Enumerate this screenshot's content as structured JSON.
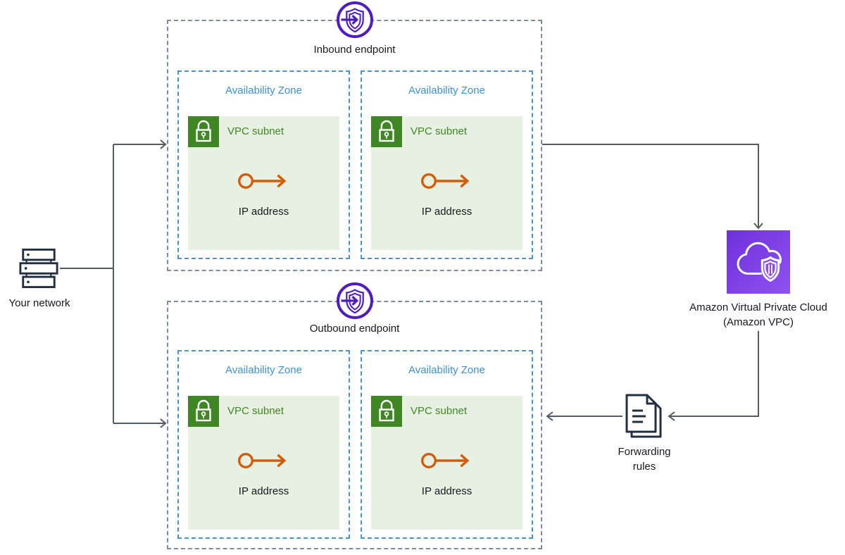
{
  "your_network": {
    "label": "Your network"
  },
  "inbound": {
    "label": "Inbound endpoint",
    "zones": [
      {
        "label": "Availability Zone",
        "subnet_label": "VPC subnet",
        "ip_label": "IP address"
      },
      {
        "label": "Availability Zone",
        "subnet_label": "VPC subnet",
        "ip_label": "IP address"
      }
    ]
  },
  "outbound": {
    "label": "Outbound endpoint",
    "zones": [
      {
        "label": "Availability Zone",
        "subnet_label": "VPC subnet",
        "ip_label": "IP address"
      },
      {
        "label": "Availability Zone",
        "subnet_label": "VPC subnet",
        "ip_label": "IP address"
      }
    ]
  },
  "vpc": {
    "label_line1": "Amazon Virtual Private Cloud",
    "label_line2": "(Amazon VPC)"
  },
  "forwarding": {
    "label_line1": "Forwarding",
    "label_line2": "rules"
  },
  "icons": {
    "endpoint": "resolver-endpoint-shield-arrow-icon",
    "lock": "padlock-subnet-icon",
    "ip": "ip-address-circle-arrow-icon",
    "server": "server-stack-icon",
    "vpc": "cloud-shield-vpc-icon",
    "docs": "document-stack-icon"
  },
  "colors": {
    "az_blue": "#4090D0",
    "az_border": "#4793D2",
    "outer_border": "#7C8DA0",
    "subnet_fill": "#E7F1E2",
    "green": "#3F8624",
    "endpoint_purple": "#4F1DBE",
    "vpc_gradient_start": "#6D31D9",
    "vpc_gradient_end": "#8F52F2",
    "orange": "#D45B07",
    "navy": "#232F3E",
    "connector": "#545B64"
  }
}
